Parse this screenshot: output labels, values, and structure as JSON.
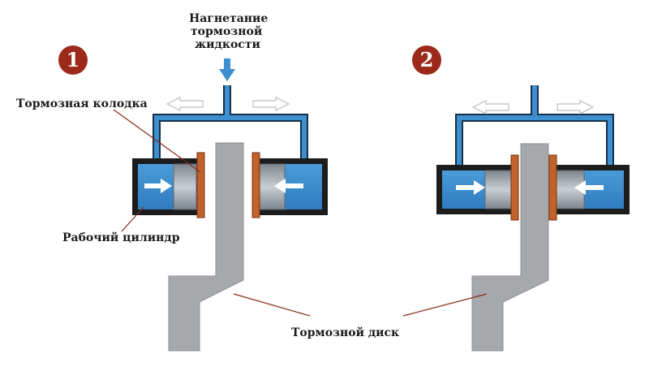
{
  "labels": {
    "injection_line1": "Нагнетание",
    "injection_line2": "тормозной",
    "injection_line3": "жидкости",
    "brake_pad": "Тормозная колодка",
    "wheel_cylinder": "Рабочий цилиндр",
    "brake_disc": "Тормозной диск"
  },
  "steps": [
    "1",
    "2"
  ],
  "colors": {
    "fluid": "#3d8fcf",
    "fluid_outline": "#15304a",
    "housing": "#1c1c1c",
    "piston": "#9aa3ac",
    "pad": "#c0622a",
    "disc": "#a6a8ab",
    "badge": "#9b2a1b",
    "leader": "#8a2a1a",
    "arrow_hollow": "#cfd4d8"
  }
}
